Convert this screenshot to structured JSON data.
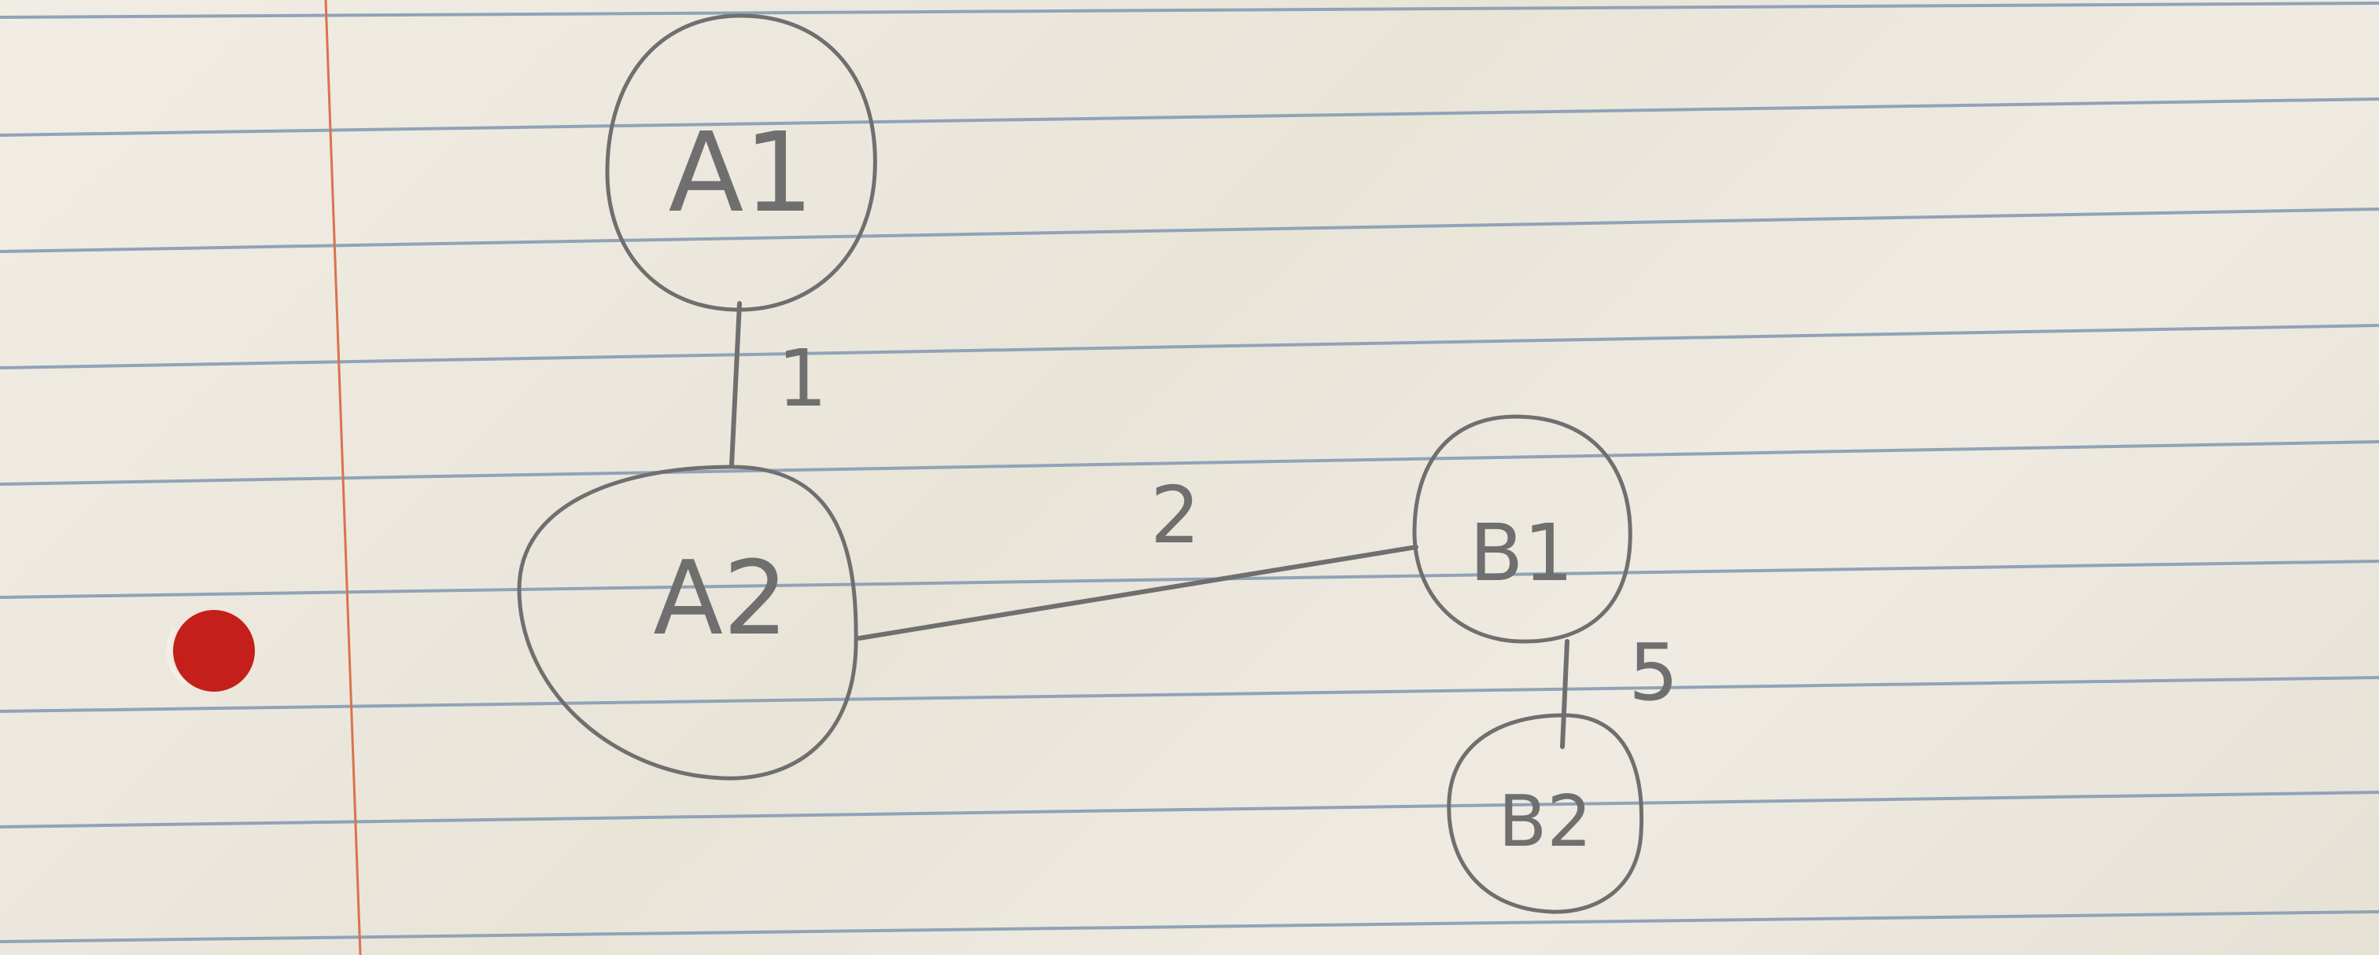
{
  "diagram": {
    "nodes": [
      {
        "id": "A1",
        "label": "A1"
      },
      {
        "id": "A2",
        "label": "A2"
      },
      {
        "id": "B1",
        "label": "B1"
      },
      {
        "id": "B2",
        "label": "B2"
      }
    ],
    "edges": [
      {
        "from": "A1",
        "to": "A2",
        "weight": "1"
      },
      {
        "from": "A2",
        "to": "B1",
        "weight": "2"
      },
      {
        "from": "B1",
        "to": "B2",
        "weight": "5"
      }
    ]
  },
  "colors": {
    "paper": "#ece7dc",
    "rule_lines": "#8fa3b8",
    "margin_line": "#d9734f",
    "pencil": "#6f6f6f",
    "punch_hole": "#c41f1a"
  }
}
